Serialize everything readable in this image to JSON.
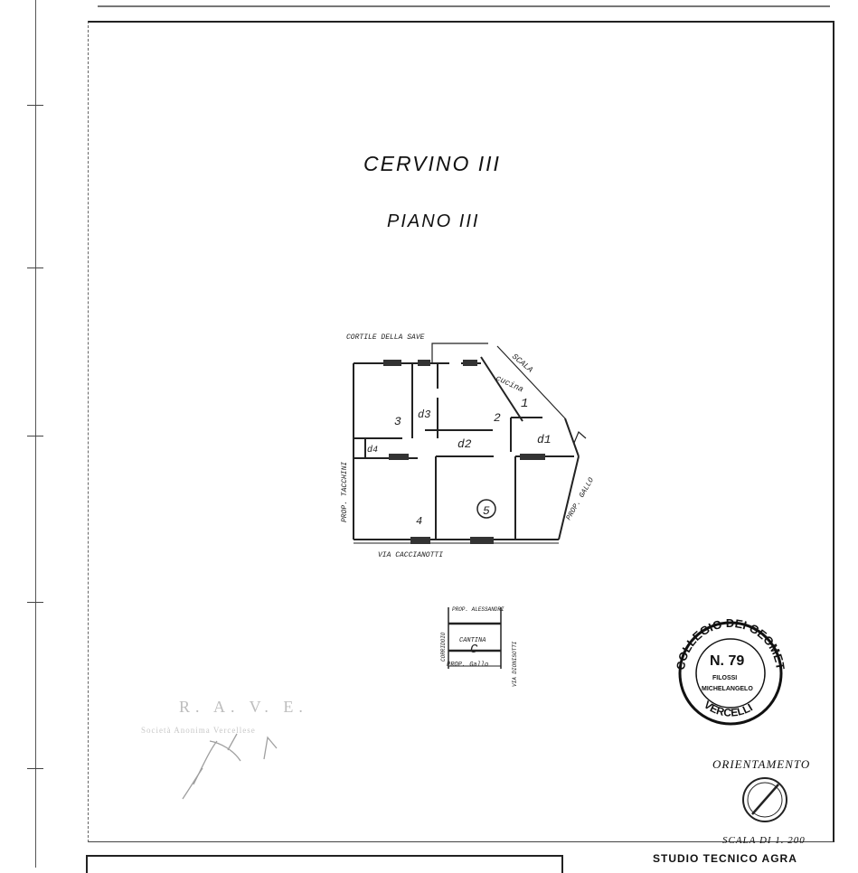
{
  "header": {
    "title": "CERVINO III",
    "subtitle": "PIANO III"
  },
  "plan": {
    "courtyard": "CORTILE DELLA SAVE",
    "stair": "SCALA",
    "street_south": "VIA CACCIANOTTI",
    "prop_west": "PROP. TACCHINI",
    "prop_east": "PROP. GALLO",
    "rooms": [
      "1",
      "2",
      "3",
      "4",
      "5"
    ],
    "closets": [
      "d1",
      "d2",
      "d3",
      "d4"
    ],
    "kitchen": "cucina"
  },
  "cellar": {
    "prop_north": "PROP. ALESSANDRI",
    "label": "CANTINA",
    "code": "C",
    "corridor": "CORRIDOIO",
    "prop_south": "PROP. Gallo",
    "street": "VIA DIONISOTTI"
  },
  "seal": {
    "ring_top": "COLLEGIO DEI GEOMETRI",
    "ring_bottom": "VERCELLI",
    "number": "N. 79",
    "name1": "FILOSSI",
    "name2": "MICHELANGELO"
  },
  "faded_stamp": {
    "title": "R. A. V. E.",
    "sub": "Società Anonima Vercellese"
  },
  "orientation": {
    "label": "ORIENTAMENTO"
  },
  "scale": "SCALA DI 1. 200",
  "studio": "STUDIO TECNICO AGRA"
}
